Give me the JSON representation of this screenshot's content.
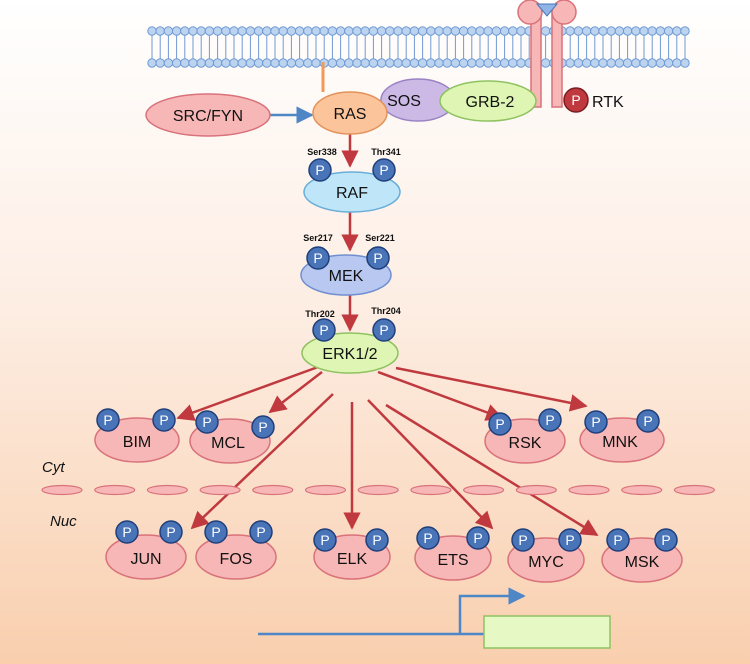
{
  "compartments": {
    "cytoplasm": "Cyt",
    "nucleus": "Nuc"
  },
  "phospho_label": "P",
  "nodes": {
    "src_fyn": "SRC/FYN",
    "ras": "RAS",
    "sos": "SOS",
    "grb2": "GRB-2",
    "rtk": "RTK",
    "raf": "RAF",
    "mek": "MEK",
    "erk": "ERK1/2",
    "bim": "BIM",
    "mcl": "MCL",
    "rsk": "RSK",
    "mnk": "MNK",
    "jun": "JUN",
    "fos": "FOS",
    "elk": "ELK",
    "ets": "ETS",
    "myc": "MYC",
    "msk": "MSK"
  },
  "sites": {
    "raf_left": "Ser338",
    "raf_right": "Thr341",
    "mek_left": "Ser217",
    "mek_right": "Ser221",
    "erk_left": "Thr202",
    "erk_right": "Thr204"
  },
  "colors": {
    "membrane_head": "#bcd4f0",
    "membrane_stroke": "#6f9ad3",
    "pink_fill": "#f7b7b7",
    "pink_stroke": "#d9727a",
    "orange_fill": "#fbc49a",
    "purple_fill": "#cdb9e6",
    "green_fill": "#dff5b4",
    "blue_fill": "#bfe6f8",
    "lavender_fill": "#b8c8f0",
    "phospho_fill": "#4a74b8",
    "phospho_red": "#c0393f",
    "arrow_red": "#c0393f",
    "arrow_blue": "#4f86c6",
    "gene_box": "#e6f9c5"
  }
}
